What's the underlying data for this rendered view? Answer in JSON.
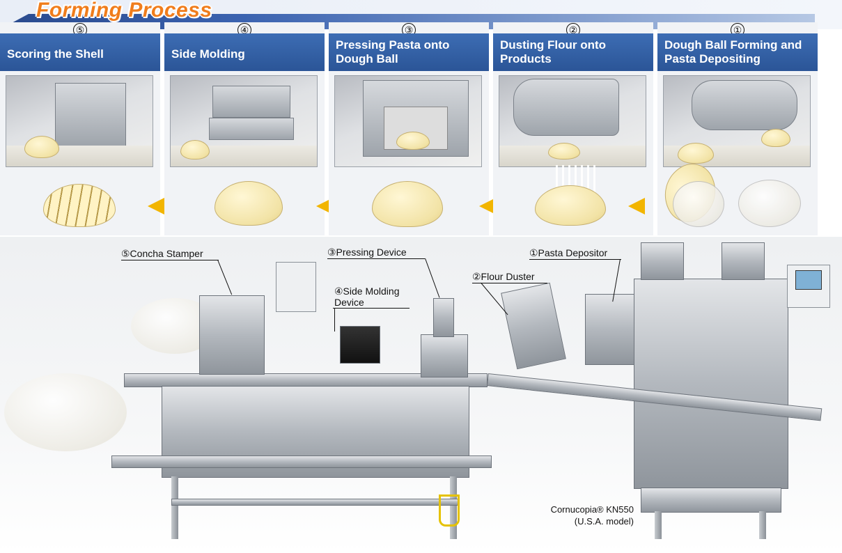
{
  "title": "Forming Process",
  "steps": [
    {
      "num": "⑤",
      "label": "Scoring the Shell"
    },
    {
      "num": "④",
      "label": "Side Molding"
    },
    {
      "num": "③",
      "label": "Pressing Pasta onto Dough Ball"
    },
    {
      "num": "②",
      "label": "Dusting Flour onto Products"
    },
    {
      "num": "①",
      "label": "Dough Ball Forming and Pasta Depositing"
    }
  ],
  "callouts": {
    "concha_stamper": "⑤Concha Stamper",
    "pressing_device": "③Pressing Device",
    "side_molding": "④Side Molding Device",
    "flour_duster": "②Flour Duster",
    "pasta_depositor": "①Pasta Depositor"
  },
  "model": {
    "line1": "Cornucopia® KN550",
    "line2": "(U.S.A. model)"
  },
  "colors": {
    "title_orange": "#f07d1c",
    "header_blue": "#2b5597",
    "arrow_yellow": "#f2b500"
  }
}
